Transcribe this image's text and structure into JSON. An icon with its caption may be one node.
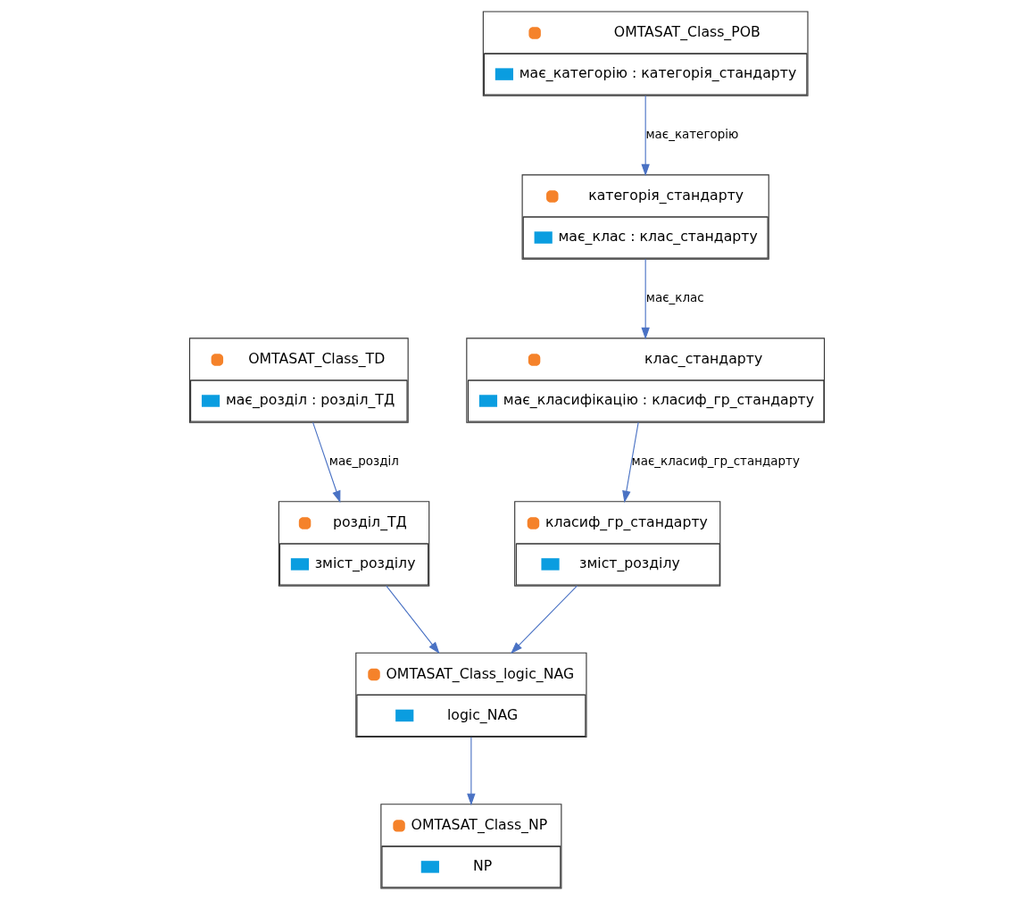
{
  "diagram": {
    "nodes": [
      {
        "text": [
          "OMTASAT_Class_TD",
          "має_розділ : розділ_ТД"
        ]
      },
      {
        "text": [
          "OMTASAT_Class_POB",
          "має_категорію : категорія_стандарту"
        ]
      },
      {
        "text": [
          "розділ_ТД",
          "зміст_розділу"
        ]
      },
      {
        "text": [
          "категорія_стандарту",
          "має_клас : клас_стандарту"
        ]
      },
      {
        "text": [
          "клас_стандарту",
          "має_класифікацію : класиф_гр_стандарту"
        ]
      },
      {
        "text": [
          "OMTASAT_Class_logic_NAG",
          "logic_NAG"
        ]
      },
      {
        "text": [
          "класиф_гр_стандарту",
          "зміст_розділу"
        ]
      },
      {
        "text": [
          "OMTASAT_Class_NP",
          "NP"
        ]
      }
    ],
    "edges": [
      {
        "from": 0,
        "to": 2,
        "arrow": "to",
        "label": "має_розділ"
      },
      {
        "from": 2,
        "to": 5,
        "arrow": "to"
      },
      {
        "from": 1,
        "to": 3,
        "arrow": "to",
        "label": "має_категорію"
      },
      {
        "from": 3,
        "to": 4,
        "arrow": "to",
        "label": "має_клас"
      },
      {
        "from": 4,
        "to": 6,
        "arrow": "to",
        "label": "має_класиф_гр_стандарту"
      },
      {
        "from": 6,
        "to": 5,
        "arrow": "to"
      },
      {
        "from": 5,
        "to": 7,
        "arrow": "to"
      }
    ]
  }
}
